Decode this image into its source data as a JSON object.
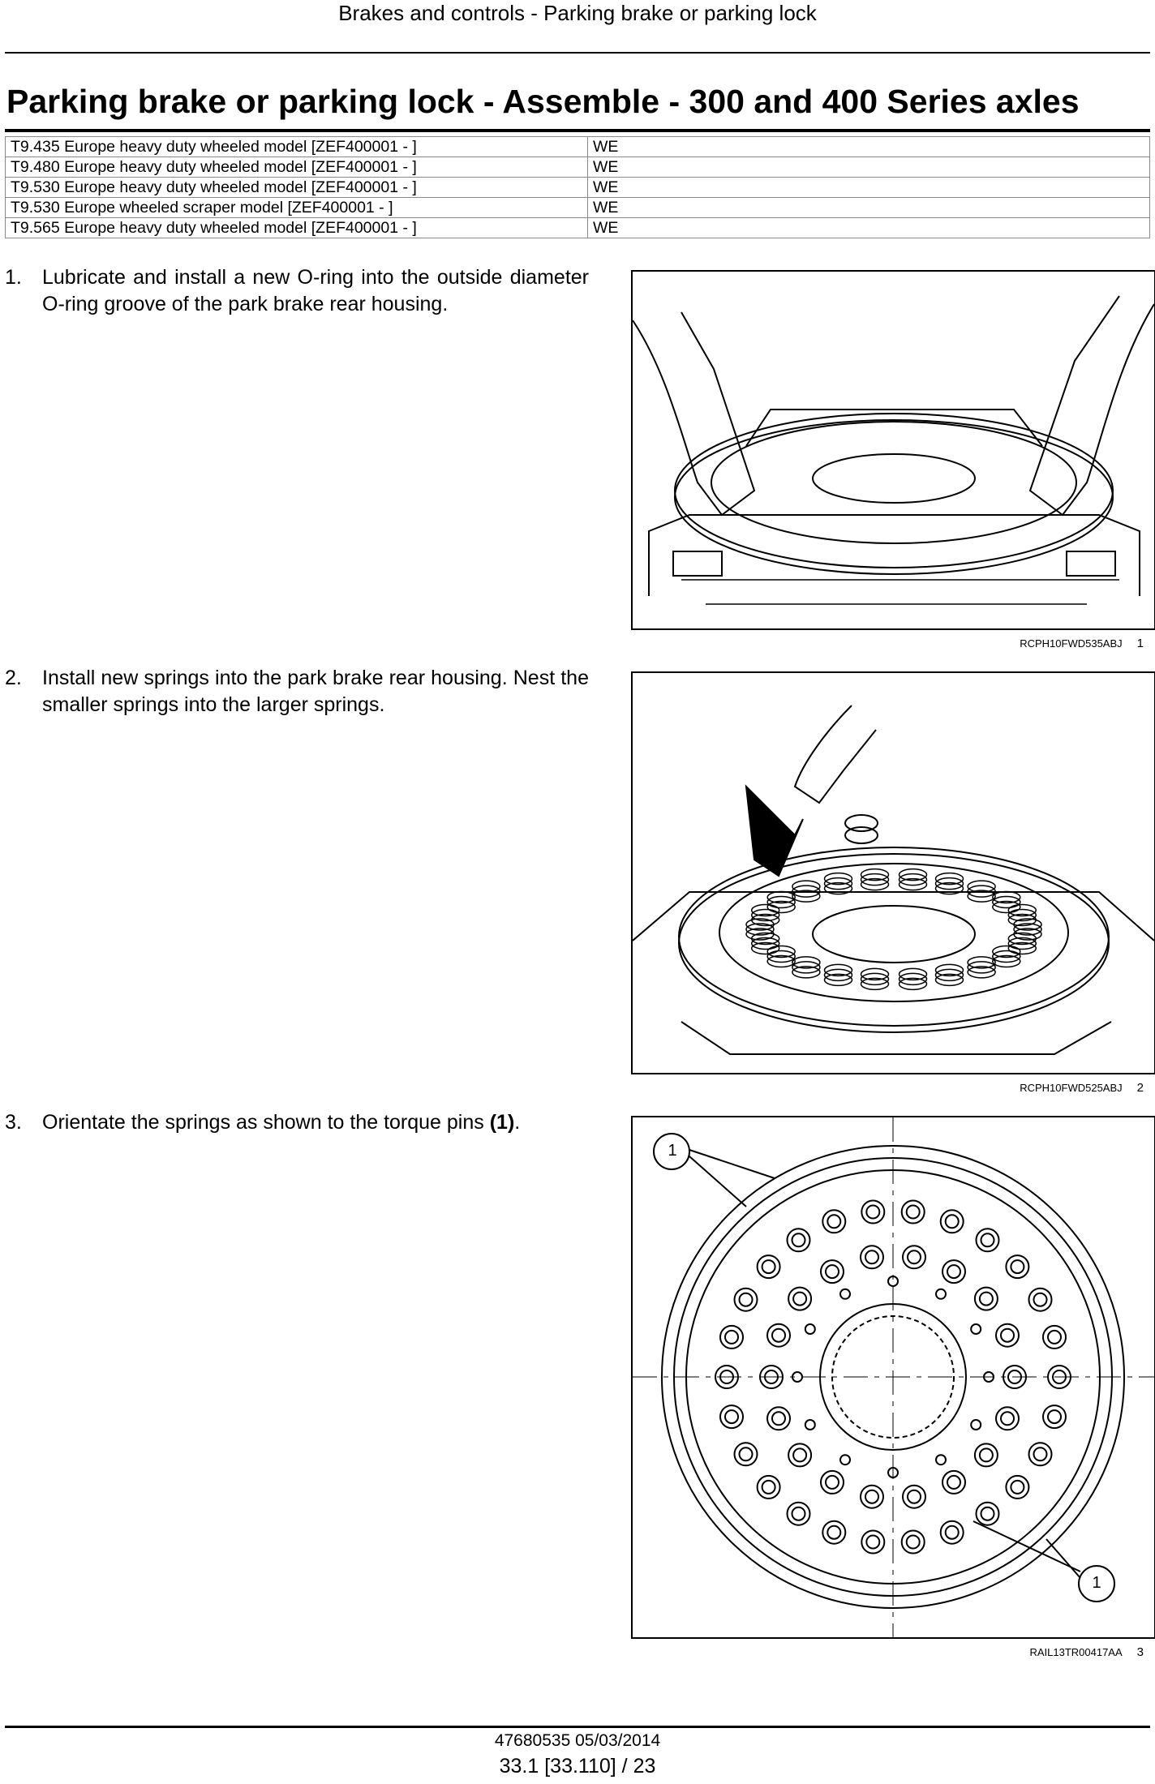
{
  "header": {
    "section": "Brakes and controls - Parking brake or parking lock"
  },
  "title": "Parking brake or parking lock - Assemble - 300 and 400 Series axles",
  "models": [
    {
      "model": "T9.435 Europe heavy duty wheeled model [ZEF400001 - ]",
      "market": "WE"
    },
    {
      "model": "T9.480 Europe heavy duty wheeled model [ZEF400001 - ]",
      "market": "WE"
    },
    {
      "model": "T9.530 Europe heavy duty wheeled model [ZEF400001 - ]",
      "market": "WE"
    },
    {
      "model": "T9.530 Europe wheeled scraper model [ZEF400001 - ]",
      "market": "WE"
    },
    {
      "model": "T9.565 Europe heavy duty wheeled model [ZEF400001 - ]",
      "market": "WE"
    }
  ],
  "steps": [
    {
      "number": "1.",
      "text": "Lubricate and install a new O-ring into the outside diameter O-ring groove of the park brake rear housing."
    },
    {
      "number": "2.",
      "text": "Install new springs into the park brake rear housing. Nest the smaller springs into the larger springs."
    },
    {
      "number": "3.",
      "text_before": "Orientate the springs as shown to the torque pins ",
      "callout": "(1)",
      "text_after": "."
    }
  ],
  "figures": [
    {
      "ref": "RCPH10FWD535ABJ",
      "number": "1"
    },
    {
      "ref": "RCPH10FWD525ABJ",
      "number": "2"
    },
    {
      "ref": "RAIL13TR00417AA",
      "number": "3",
      "callouts": [
        "1",
        "1"
      ]
    }
  ],
  "footer": {
    "doc": "47680535 05/03/2014",
    "page": "33.1 [33.110] / 23"
  }
}
